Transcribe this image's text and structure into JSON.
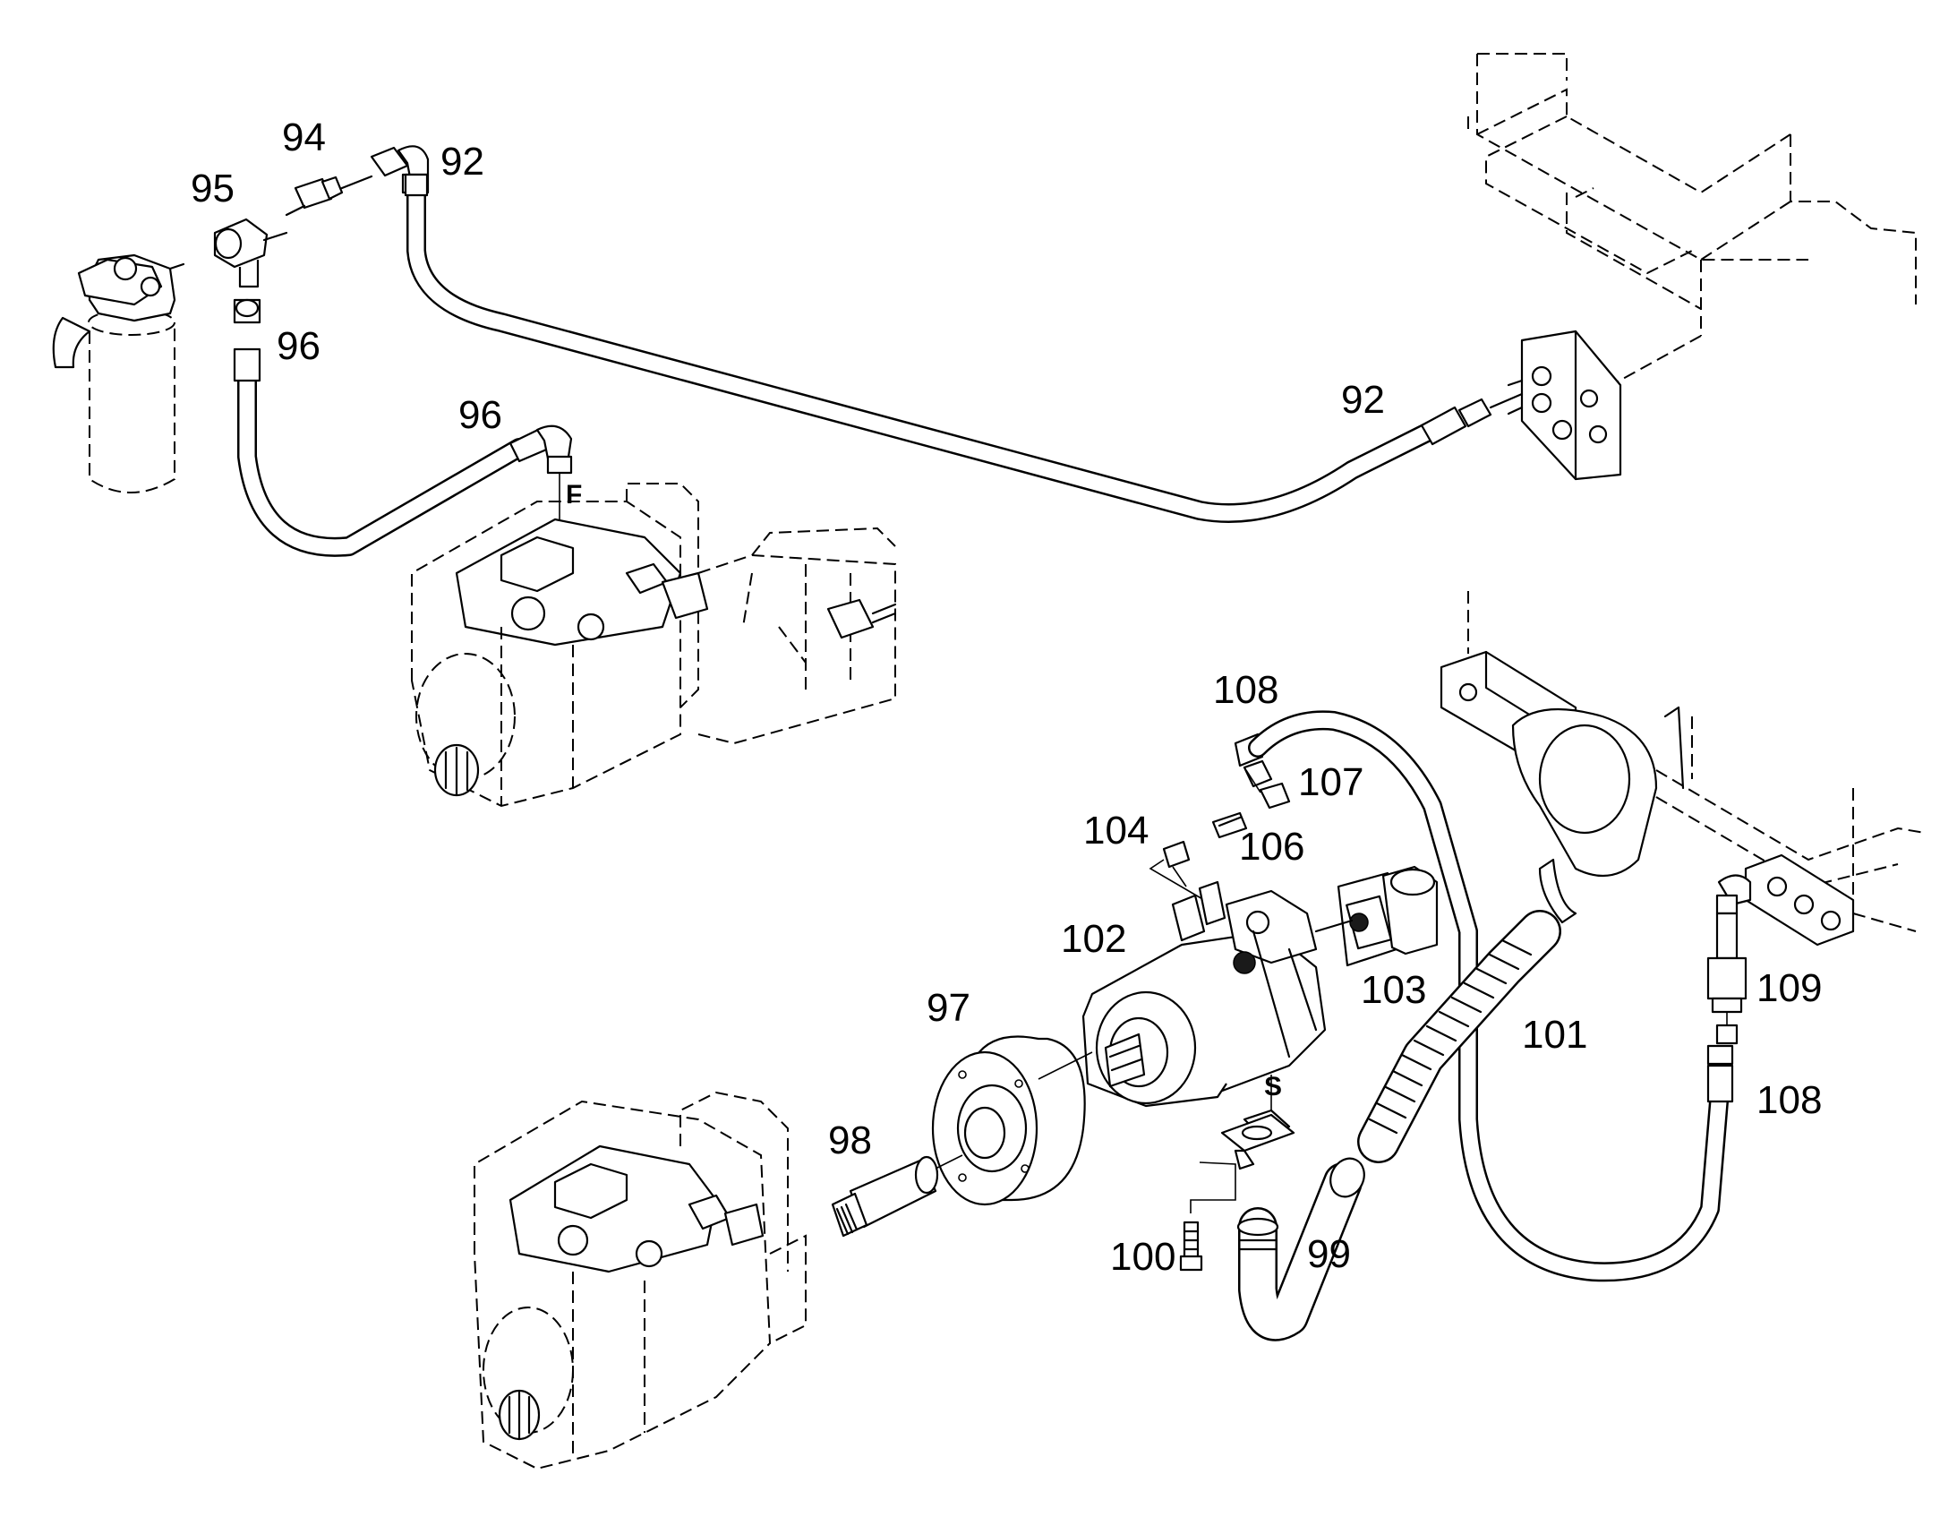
{
  "callouts": [
    {
      "id": "92a",
      "text": "92"
    },
    {
      "id": "92b",
      "text": "92"
    },
    {
      "id": "94",
      "text": "94"
    },
    {
      "id": "95",
      "text": "95"
    },
    {
      "id": "96a",
      "text": "96"
    },
    {
      "id": "96b",
      "text": "96"
    },
    {
      "id": "97",
      "text": "97"
    },
    {
      "id": "98",
      "text": "98"
    },
    {
      "id": "99",
      "text": "99"
    },
    {
      "id": "100",
      "text": "100"
    },
    {
      "id": "101",
      "text": "101"
    },
    {
      "id": "102",
      "text": "102"
    },
    {
      "id": "103",
      "text": "103"
    },
    {
      "id": "104",
      "text": "104"
    },
    {
      "id": "106",
      "text": "106"
    },
    {
      "id": "107",
      "text": "107"
    },
    {
      "id": "108a",
      "text": "108"
    },
    {
      "id": "108b",
      "text": "108"
    },
    {
      "id": "109",
      "text": "109"
    }
  ],
  "port_labels": {
    "f": "F",
    "s": "S"
  }
}
